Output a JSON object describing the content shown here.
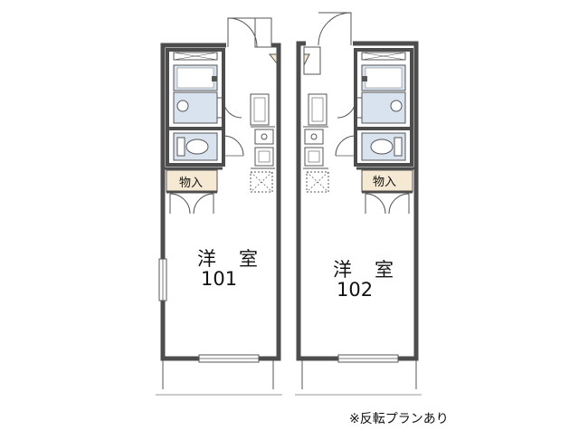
{
  "units": [
    {
      "room_label": "洋　室",
      "number": "101",
      "closet_label": "物入"
    },
    {
      "room_label": "洋　室",
      "number": "102",
      "closet_label": "物入"
    }
  ],
  "note": "※反転プランあり",
  "colors": {
    "wall": "#4d4d4d",
    "line": "#555555",
    "closet_fill": "#f5e9d3",
    "bath_fill": "#d8e3ef",
    "background": "#ffffff"
  }
}
